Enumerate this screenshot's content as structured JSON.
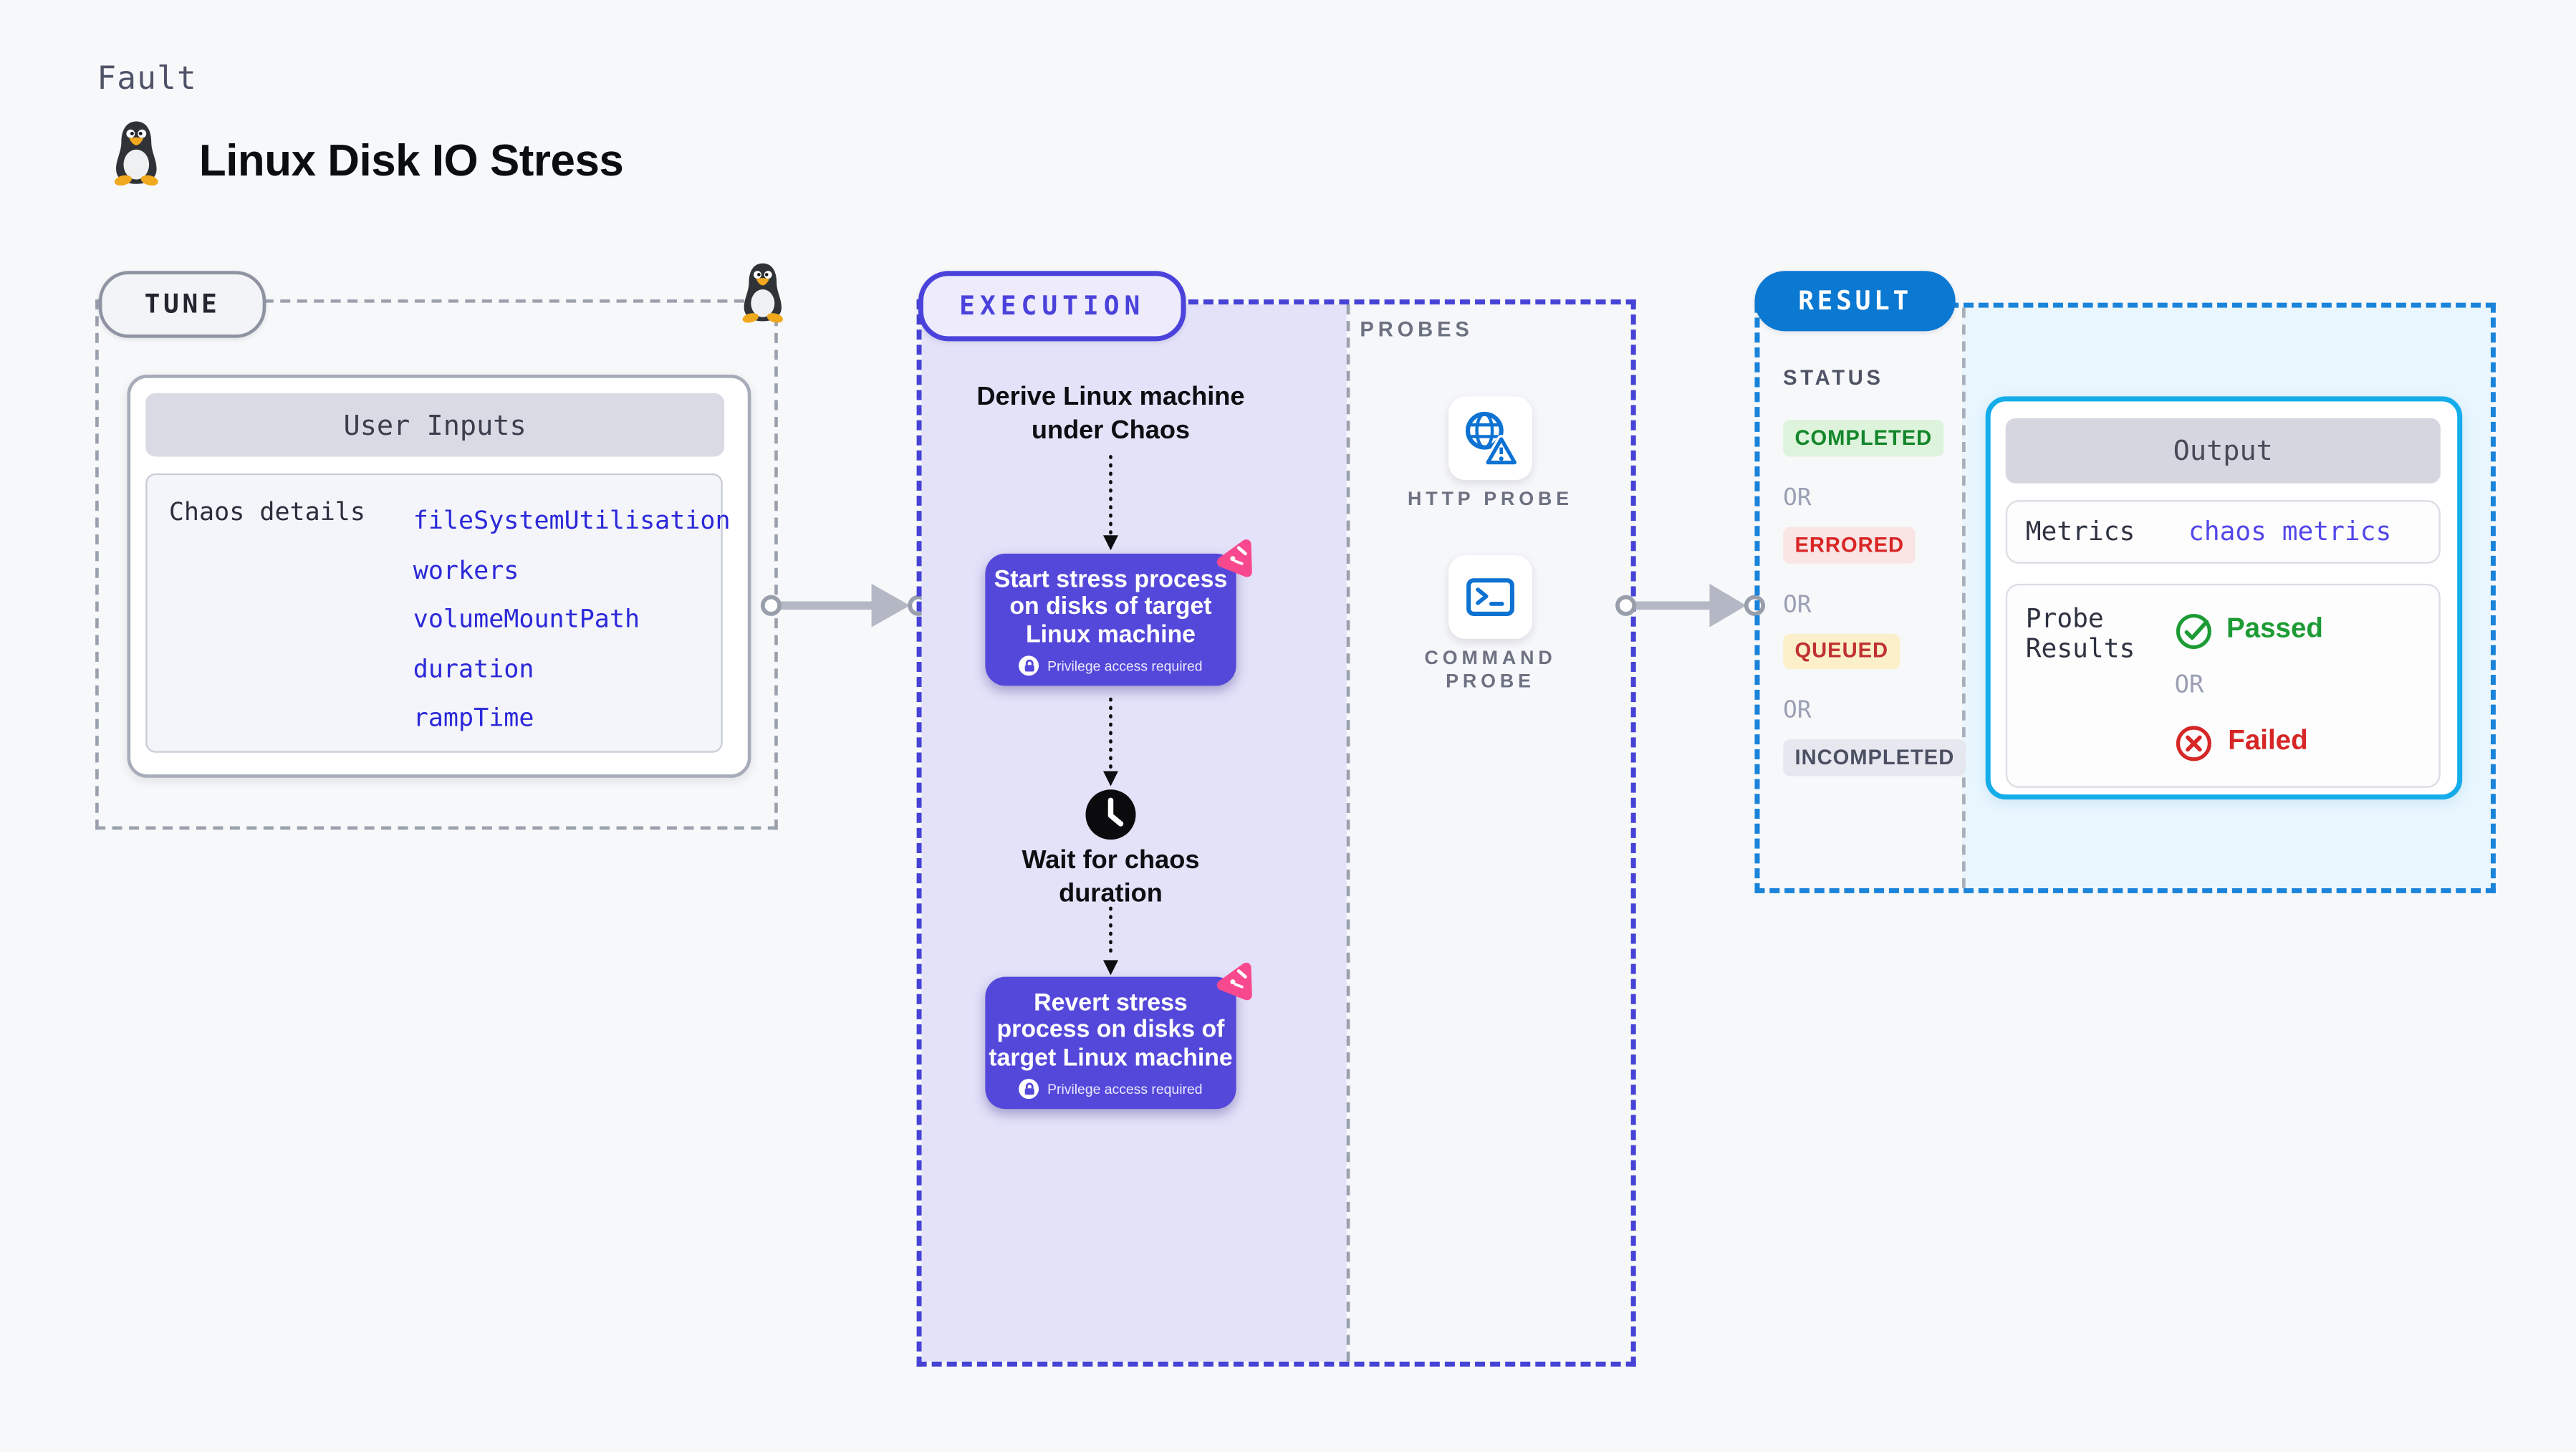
{
  "header": {
    "eyebrow": "Fault",
    "title": "Linux Disk IO Stress",
    "icon": "tux-penguin"
  },
  "tune": {
    "pill": "TUNE",
    "user_inputs": {
      "title": "User Inputs",
      "row_label": "Chaos details",
      "values": [
        "fileSystemUtilisation",
        "workers",
        "volumeMountPath",
        "duration",
        "rampTime"
      ]
    }
  },
  "execution": {
    "pill": "EXECUTION",
    "derive_lines": [
      "Derive Linux machine",
      "under Chaos"
    ],
    "start_lines": [
      "Start stress process",
      "on disks of target",
      "Linux machine"
    ],
    "wait_lines": [
      "Wait for chaos",
      "duration"
    ],
    "revert_lines": [
      "Revert stress",
      "process on disks of",
      "target Linux machine"
    ],
    "privilege": "Privilege access required",
    "probes": {
      "heading": "PROBES",
      "http_label": "HTTP PROBE",
      "command_lines": [
        "COMMAND",
        "PROBE"
      ]
    }
  },
  "result": {
    "pill": "RESULT",
    "status_heading": "STATUS",
    "or_label": "OR",
    "statuses": [
      {
        "label": "COMPLETED",
        "bg": "#def3dc",
        "fg": "#12862a"
      },
      {
        "label": "ERRORED",
        "bg": "#fae5e5",
        "fg": "#d92525"
      },
      {
        "label": "QUEUED",
        "bg": "#fbf0c9",
        "fg": "#c03131"
      },
      {
        "label": "INCOMPLETED",
        "bg": "#e7e8ef",
        "fg": "#4b5063"
      }
    ],
    "output": {
      "title": "Output",
      "metrics_label": "Metrics",
      "metrics_value": "chaos metrics",
      "probe_results_lines": [
        "Probe",
        "Results"
      ],
      "passed": "Passed",
      "failed": "Failed"
    }
  },
  "colors": {
    "page_bg": "#f7f8fa",
    "gray_dash": "#9aa1ad",
    "indigo_dash": "#4643d6",
    "blue_dash": "#1a83da",
    "node_purple": "#5448da",
    "lavender_panel": "#e4e2f9",
    "result_panel_blue": "#e9f6fe",
    "result_pill_blue": "#0b78d2",
    "output_border_cyan": "#14adea",
    "probe_icon_blue": "#0d72d2",
    "value_blue": "#2b28d9",
    "metrics_indigo": "#5347e8",
    "chaos_pink": "#f9498e",
    "passed_green": "#1d9b35",
    "failed_red": "#d62626",
    "arrow_gray": "#b4b8c5"
  }
}
